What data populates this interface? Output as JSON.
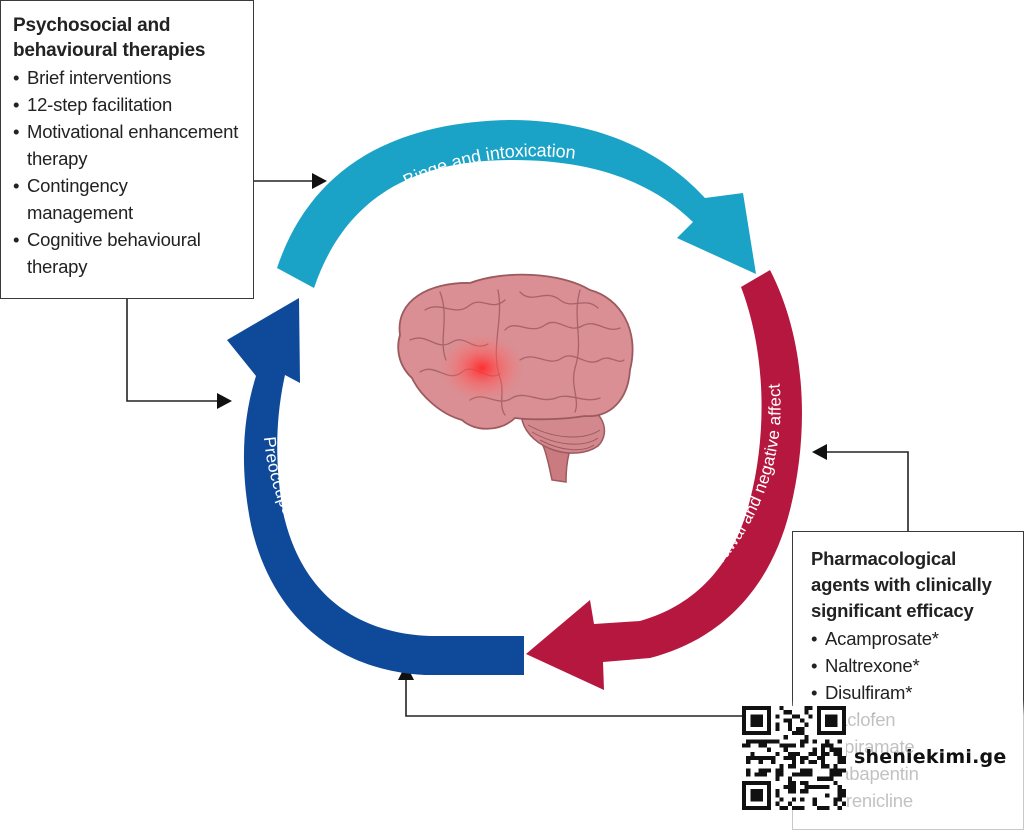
{
  "psychosocial": {
    "title_line1": "Psychosocial and",
    "title_line2": "behavioural therapies",
    "items": [
      "Brief interventions",
      "12-step facilitation",
      "Motivational enhancement therapy",
      "Contingency management",
      "Cognitive behavioural therapy"
    ]
  },
  "pharmacological": {
    "title_line1": "Pharmacological",
    "title_line2": "agents with clinically",
    "title_line3": "significant efficacy",
    "items": [
      "Acamprosate*",
      "Naltrexone*",
      "Disulfiram*",
      "Baclofen",
      "Topiramate",
      "Gabapentin",
      "Varenicline"
    ]
  },
  "cycle": {
    "binge": "Binge and intoxication",
    "withdrawal": "Withdrawal and negative affect",
    "preoccupation": "Preoccupation and anticipation"
  },
  "colors": {
    "binge": "#1aa3c6",
    "withdrawal": "#b5173f",
    "preoccupation": "#0f4a9a",
    "brain": "#d98f93",
    "brain_dark": "#9c5a5f",
    "hotspot": "#ff3b3b"
  },
  "watermark": {
    "text": "sheniekimi.ge"
  }
}
